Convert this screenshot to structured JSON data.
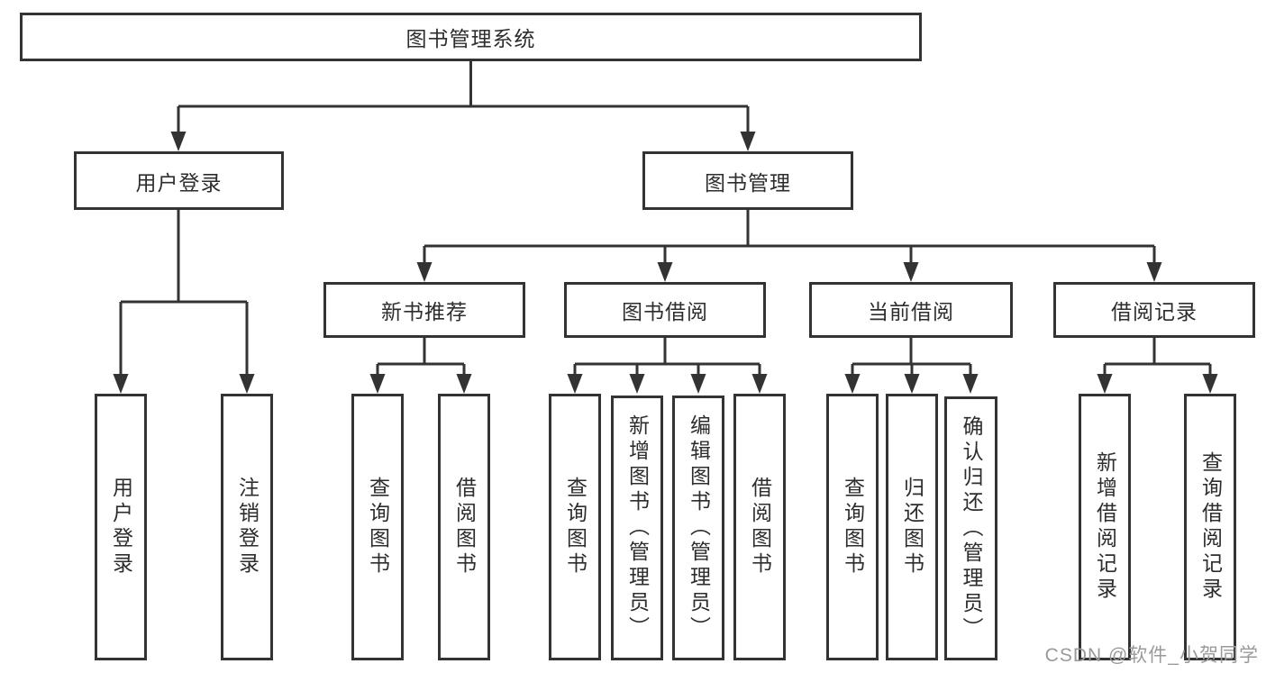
{
  "diagram": {
    "root": {
      "label": "图书管理系统"
    },
    "level2": [
      {
        "label": "用户登录"
      },
      {
        "label": "图书管理"
      }
    ],
    "level3": [
      {
        "label": "新书推荐",
        "parent": "图书管理"
      },
      {
        "label": "图书借阅",
        "parent": "图书管理"
      },
      {
        "label": "当前借阅",
        "parent": "图书管理"
      },
      {
        "label": "借阅记录",
        "parent": "图书管理"
      }
    ],
    "leaves": [
      {
        "label": "用户登录",
        "parent": "用户登录"
      },
      {
        "label": "注销登录",
        "parent": "用户登录"
      },
      {
        "label": "查询图书",
        "parent": "新书推荐"
      },
      {
        "label": "借阅图书",
        "parent": "新书推荐"
      },
      {
        "label": "查询图书",
        "parent": "图书借阅"
      },
      {
        "label": "新增图书（管理员）",
        "parent": "图书借阅"
      },
      {
        "label": "编辑图书（管理员）",
        "parent": "图书借阅"
      },
      {
        "label": "借阅图书",
        "parent": "图书借阅"
      },
      {
        "label": "查询图书",
        "parent": "当前借阅"
      },
      {
        "label": "归还图书",
        "parent": "当前借阅"
      },
      {
        "label": "确认归还（管理员）",
        "parent": "当前借阅"
      },
      {
        "label": "新增借阅记录",
        "parent": "借阅记录"
      },
      {
        "label": "查询借阅记录",
        "parent": "借阅记录"
      }
    ]
  },
  "colors": {
    "line": "#333333",
    "node_border": "#333333",
    "node_text": "#2d2d2d",
    "background": "#ffffff",
    "watermark_text": "#9a9a9c"
  },
  "watermark": {
    "text": "CSDN @软件_小贺同学"
  }
}
